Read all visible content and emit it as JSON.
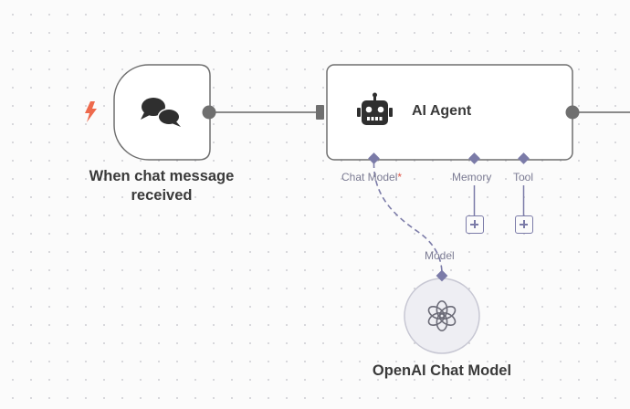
{
  "canvas": {
    "background": "#fbfbfb",
    "dot_color": "#cfcfd4"
  },
  "colors": {
    "node_border": "#6f6f6f",
    "connection": "#8a8a8a",
    "port_accent": "#7b7ba8",
    "trigger_bolt": "#ee6a4d",
    "required_star": "#e0584a",
    "openai_node_fill": "#eeeef3"
  },
  "nodes": {
    "trigger": {
      "title": "When chat message received",
      "icon": "chat-bubbles-icon",
      "badge_icon": "lightning-bolt-icon"
    },
    "agent": {
      "title": "AI Agent",
      "icon": "robot-icon",
      "ports": {
        "chat_model": {
          "label": "Chat Model",
          "required_mark": "*"
        },
        "memory": {
          "label": "Memory"
        },
        "tool": {
          "label": "Tool"
        }
      }
    },
    "openai": {
      "title": "OpenAI Chat Model",
      "icon": "openai-logo-icon",
      "port_label": "Model"
    }
  }
}
